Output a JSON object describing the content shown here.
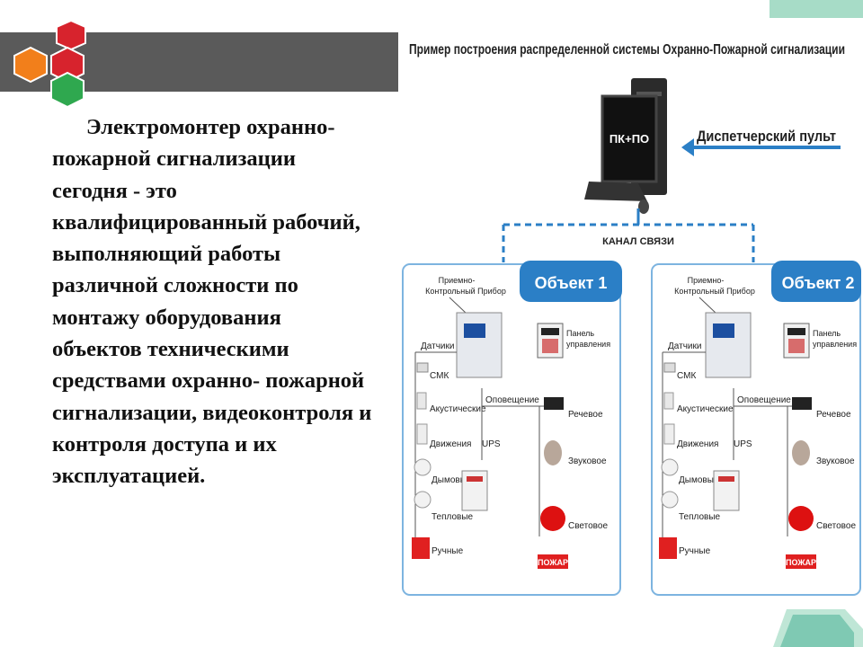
{
  "slide": {
    "paragraph": "Электромонтер охранно-пожарной сигнализации сегодня - это квалифицированный рабочий, выполняющий работы различной сложности по монтажу оборудования объектов техническими средствами охранно- пожарной сигнализации, видеоконтроля и контроля доступа и их эксплуатацией.",
    "lines": [
      "Электромонтер охранно-",
      "пожарной сигнализации",
      "сегодня - это",
      "квалифицированный рабочий,",
      "выполняющий работы",
      "различной сложности по",
      "монтажу оборудования",
      "объектов техническими",
      "средствами охранно- пожарной",
      "сигнализации, видеоконтроля и",
      "контроля доступа и их",
      "эксплуатацией."
    ]
  },
  "diagram": {
    "title": "Пример построения распределенной системы Охранно-Пожарной сигнализации",
    "pc_label": "ПК+ПО",
    "dispatcher_label": "Диспетчерский пульт",
    "channel_label": "КАНАЛ СВЯЗИ",
    "objects": [
      {
        "name": "Объект 1",
        "panel_label_1": "Приемно-",
        "panel_label_2": "Контрольный Прибор",
        "control_panel_1": "Панель",
        "control_panel_2": "управления",
        "sensors_label": "Датчики",
        "notify_label": "Оповещение",
        "ups_label": "UPS",
        "sensors": [
          "СМК",
          "Акустические",
          "Движения",
          "Дымовые",
          "Тепловые",
          "Ручные"
        ],
        "sirens": [
          "Речевое",
          "Звуковое",
          "Световое"
        ],
        "fire_sign": "ПОЖАР"
      },
      {
        "name": "Объект 2",
        "panel_label_1": "Приемно-",
        "panel_label_2": "Контрольный Прибор",
        "control_panel_1": "Панель",
        "control_panel_2": "управления",
        "sensors_label": "Датчики",
        "notify_label": "Оповещение",
        "ups_label": "UPS",
        "sensors": [
          "СМК",
          "Акустические",
          "Движения",
          "Дымовые",
          "Тепловые",
          "Ручные"
        ],
        "sirens": [
          "Речевое",
          "Звуковое",
          "Световое"
        ],
        "fire_sign": "ПОЖАР"
      }
    ]
  },
  "colors": {
    "header_bar": "#5a5a5a",
    "hex_red": "#d7232d",
    "hex_orange": "#f27f1b",
    "hex_green": "#2fa84f",
    "accent_blue": "#2b7fc6",
    "corner_teal": "#a7dcc7"
  }
}
